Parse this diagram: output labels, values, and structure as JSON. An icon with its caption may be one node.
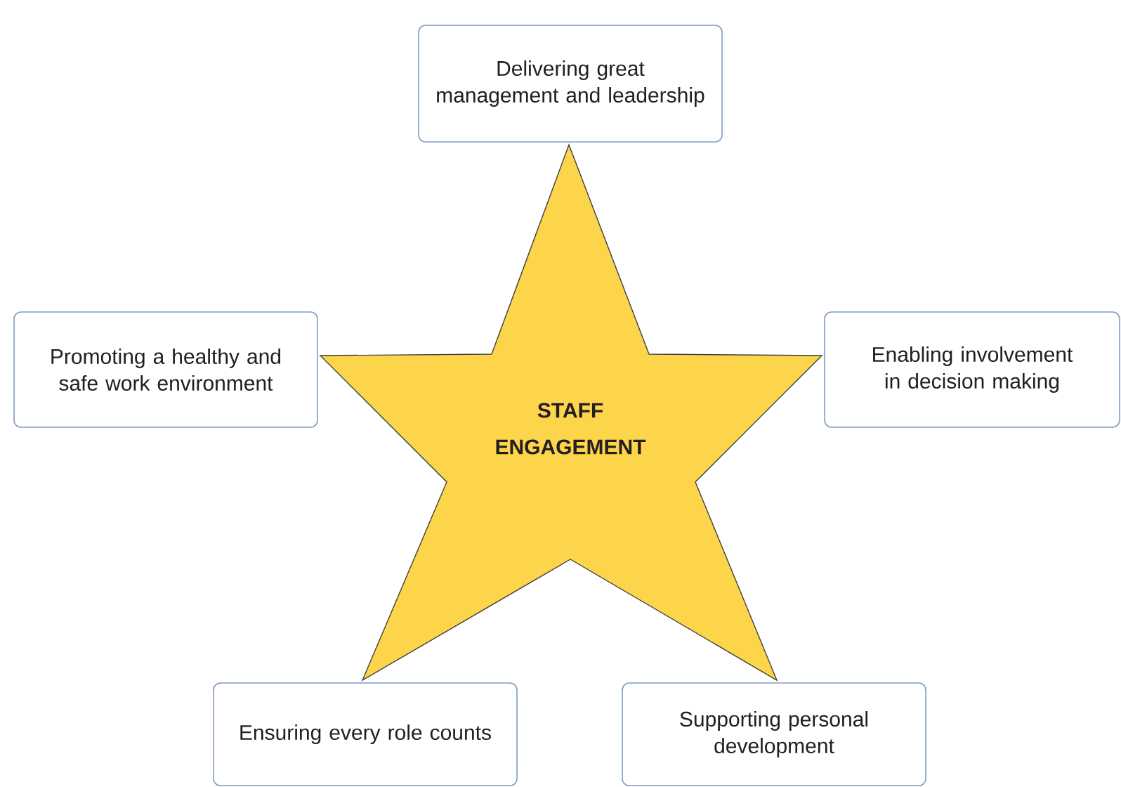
{
  "diagram": {
    "nodes": [
      {
        "text": [
          "Delivering great management and leadership"
        ]
      },
      {
        "text": [
          "Promoting a healthy and safe work environment"
        ]
      },
      {
        "text": [
          "STAFF ENGAGEMENT"
        ]
      },
      {
        "text": [
          "Enabling involvement in decision making"
        ]
      },
      {
        "text": [
          "Ensuring every role counts"
        ]
      },
      {
        "text": [
          "Supporting personal development"
        ]
      }
    ]
  }
}
